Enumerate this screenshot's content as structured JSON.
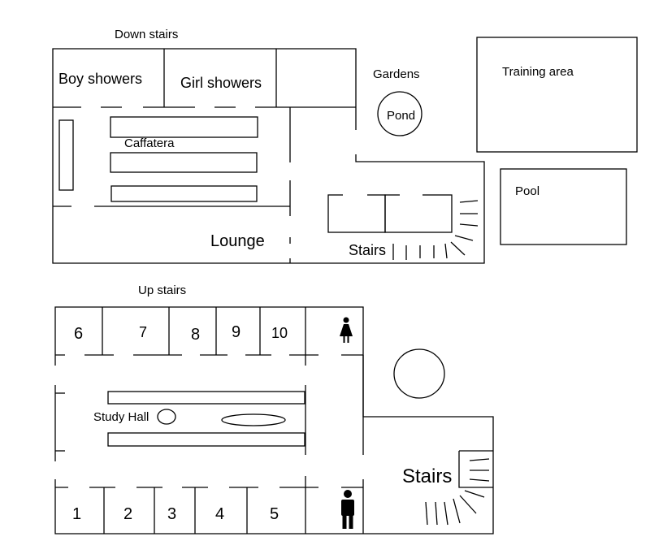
{
  "downstairs": {
    "heading": "Down stairs",
    "rooms": {
      "boy_showers": "Boy showers",
      "girl_showers": "Girl showers",
      "cafeteria": "Caffatera",
      "lounge": "Lounge",
      "stairs": "Stairs"
    }
  },
  "outdoors": {
    "gardens": "Gardens",
    "pond": "Pond",
    "training_area": "Training area",
    "pool": "Pool"
  },
  "upstairs": {
    "heading": "Up stairs",
    "top_rooms": [
      "6",
      "7",
      "8",
      "9",
      "10"
    ],
    "bottom_rooms": [
      "1",
      "2",
      "3",
      "4",
      "5"
    ],
    "study_hall": "Study Hall",
    "stairs": "Stairs",
    "female_icon": "female-restroom-icon",
    "male_icon": "male-restroom-icon"
  }
}
